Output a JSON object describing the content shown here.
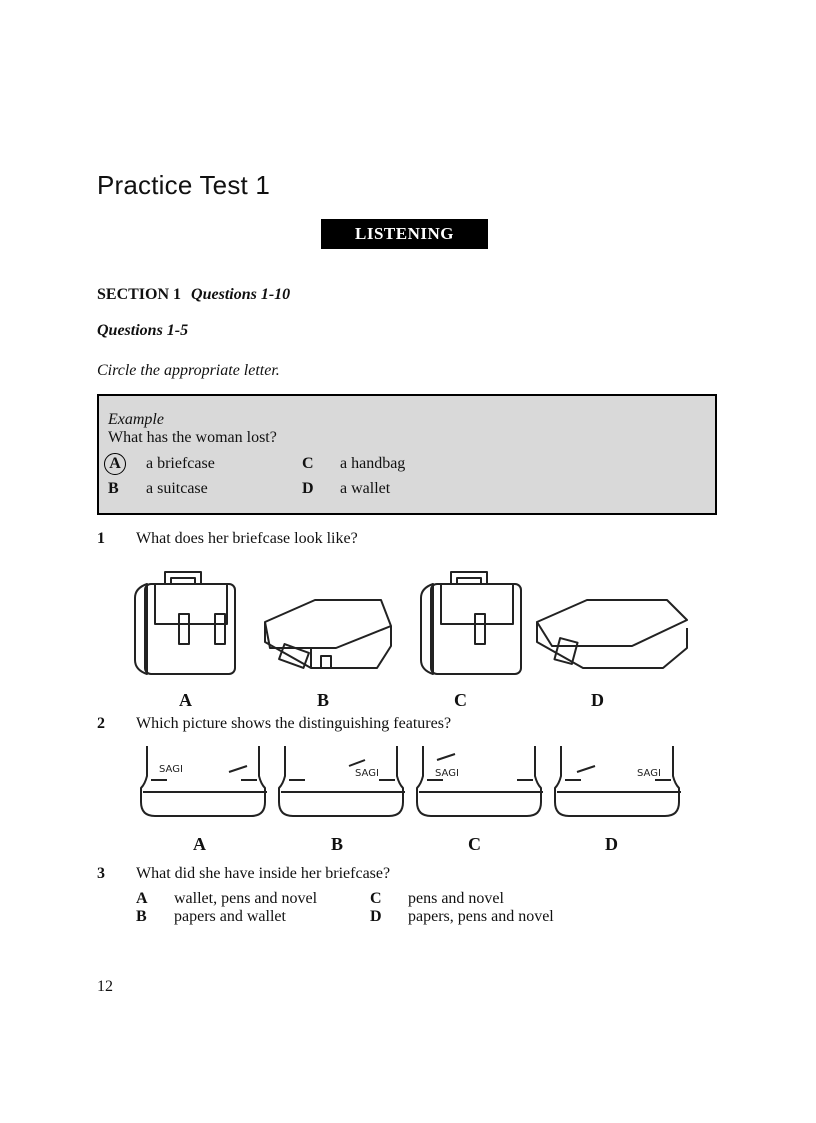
{
  "page_title": "Practice Test 1",
  "banner": "LISTENING",
  "section": {
    "label": "SECTION 1",
    "range": "Questions 1-10"
  },
  "subheading": "Questions 1-5",
  "instruction": "Circle the appropriate letter.",
  "example": {
    "label": "Example",
    "question": "What has the woman lost?",
    "options": [
      {
        "letter": "A",
        "text": "a briefcase",
        "selected": true
      },
      {
        "letter": "B",
        "text": "a suitcase"
      },
      {
        "letter": "C",
        "text": "a handbag"
      },
      {
        "letter": "D",
        "text": "a wallet"
      }
    ]
  },
  "questions": [
    {
      "number": "1",
      "text": "What does her briefcase look like?",
      "picture_labels": [
        "A",
        "B",
        "C",
        "D"
      ]
    },
    {
      "number": "2",
      "text": "Which picture shows the distinguishing features?",
      "picture_labels": [
        "A",
        "B",
        "C",
        "D"
      ],
      "tag_text": "SAGI"
    },
    {
      "number": "3",
      "text": "What did she have inside her briefcase?",
      "options": [
        {
          "letter": "A",
          "text": "wallet, pens and novel"
        },
        {
          "letter": "B",
          "text": "papers and wallet"
        },
        {
          "letter": "C",
          "text": "pens and novel"
        },
        {
          "letter": "D",
          "text": "papers, pens and novel"
        }
      ]
    }
  ],
  "page_number": "12"
}
